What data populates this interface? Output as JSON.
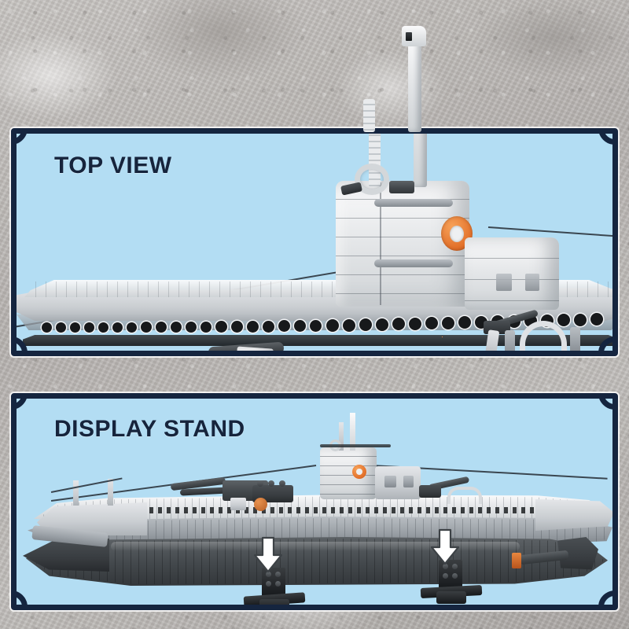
{
  "page": {
    "background_texture": "concrete-stone",
    "background_color": "#bdb8b2"
  },
  "theme": {
    "panel_fill": "#b3ddf3",
    "panel_border": "#15253f",
    "panel_outline": "#ffffff",
    "title_color": "#16243c",
    "accent_orange": "#e2702a",
    "model_light_gray": "#e6e8ea",
    "model_dark_gray": "#43484c",
    "model_black": "#1b1e20"
  },
  "panels": [
    {
      "id": "top-view",
      "title": "TOP VIEW",
      "subject": "lego-submarine-u-boat",
      "details": {
        "conning_tower": "yes",
        "life_ring_color": "#e2702a",
        "deck_gun": "twin-anti-aircraft-gun",
        "periscope_masts": 2,
        "flood_ports": 42,
        "antenna_wire": "yes"
      }
    },
    {
      "id": "display-stand",
      "title": "DISPLAY STAND",
      "subject": "lego-submarine-side-profile-on-stands",
      "details": {
        "stands": 2,
        "stand_color": "#1b1e20",
        "arrow_markers": 2,
        "arrow_color": "#ffffff",
        "hull_upper_color": "#d6dadd",
        "hull_lower_color": "#4e5256",
        "life_ring_color": "#e2702a",
        "antenna_wire": "yes"
      }
    }
  ]
}
